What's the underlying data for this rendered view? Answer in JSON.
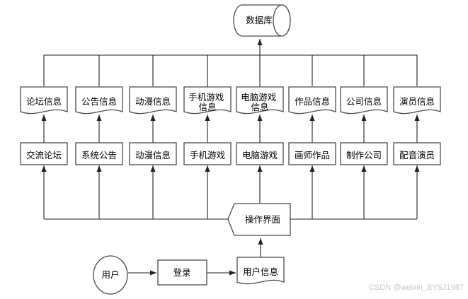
{
  "diagram": {
    "database": {
      "label": "数据库"
    },
    "info_documents": [
      {
        "label": "论坛信息",
        "lines": [
          "论坛信息"
        ]
      },
      {
        "label": "公告信息",
        "lines": [
          "公告信息"
        ]
      },
      {
        "label": "动漫信息",
        "lines": [
          "动漫信息"
        ]
      },
      {
        "label": "手机游戏信息",
        "lines": [
          "手机游戏",
          "信息"
        ]
      },
      {
        "label": "电脑游戏信息",
        "lines": [
          "电脑游戏",
          "信息"
        ]
      },
      {
        "label": "作品信息",
        "lines": [
          "作品信息"
        ]
      },
      {
        "label": "公司信息",
        "lines": [
          "公司信息"
        ]
      },
      {
        "label": "演员信息",
        "lines": [
          "演员信息"
        ]
      }
    ],
    "modules": [
      {
        "label": "交流论坛"
      },
      {
        "label": "系统公告"
      },
      {
        "label": "动漫信息"
      },
      {
        "label": "手机游戏"
      },
      {
        "label": "电脑游戏"
      },
      {
        "label": "画师作品"
      },
      {
        "label": "制作公司"
      },
      {
        "label": "配音演员"
      }
    ],
    "interface": {
      "label": "操作界面"
    },
    "user": {
      "label": "用户"
    },
    "login": {
      "label": "登录"
    },
    "user_info": {
      "label": "用户信息"
    },
    "edges": [
      "用户 → 登录",
      "登录 → 用户信息",
      "用户信息 → 操作界面",
      "操作界面 → 交流论坛",
      "操作界面 → 系统公告",
      "操作界面 → 动漫信息",
      "操作界面 → 手机游戏",
      "操作界面 → 电脑游戏",
      "操作界面 → 画师作品",
      "操作界面 → 制作公司",
      "操作界面 → 配音演员",
      "交流论坛 → 论坛信息",
      "系统公告 → 公告信息",
      "动漫信息 → 动漫信息",
      "手机游戏 → 手机游戏信息",
      "电脑游戏 → 电脑游戏信息",
      "画师作品 → 作品信息",
      "制作公司 → 公司信息",
      "配音演员 → 演员信息",
      "论坛信息/公告信息/动漫信息/手机游戏信息/电脑游戏信息/作品信息/公司信息/演员信息 → 数据库"
    ]
  },
  "watermark": "CSDN @weixin_BYSJ1987",
  "colors": {
    "background": "#ffffff",
    "line": "#222222",
    "shape_border": "#4a4a4a",
    "shape_fill": "#ffffff",
    "text": "#000000",
    "watermark": "#c9c9c9"
  }
}
